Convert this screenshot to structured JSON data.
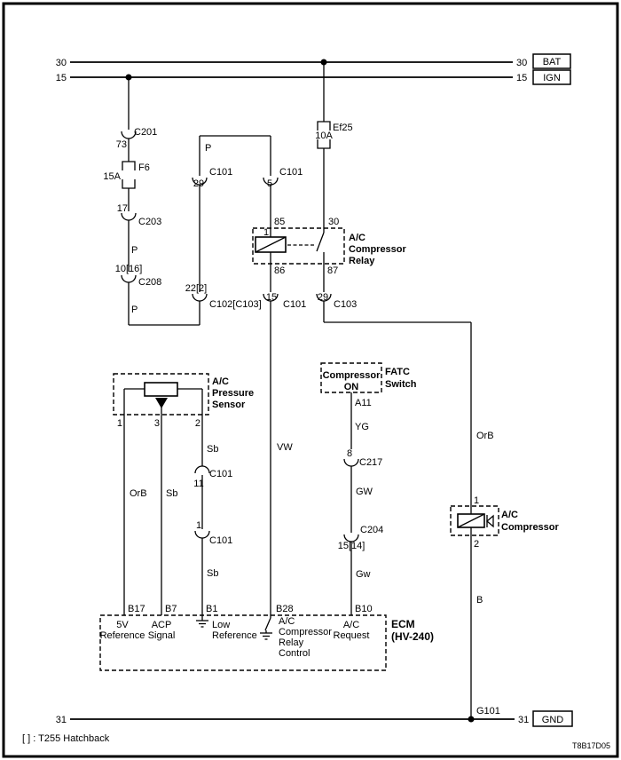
{
  "meta": {
    "footnote": "[ ] : T255 Hatchback",
    "doc_code": "T8B17D05"
  },
  "rails": {
    "bat": {
      "num_left": "30",
      "num_right": "30",
      "tag": "BAT"
    },
    "ign": {
      "num_left": "15",
      "num_right": "15",
      "tag": "IGN"
    },
    "gnd": {
      "num_left": "31",
      "num_right": "31",
      "tag": "GND",
      "ground_point": "G101"
    }
  },
  "fuses": {
    "f6": {
      "name": "F6",
      "rating": "15A"
    },
    "ef25": {
      "name": "Ef25",
      "rating": "10A"
    }
  },
  "connectors": {
    "c201": {
      "pin": "73",
      "name": "C201"
    },
    "c203": {
      "pin": "17",
      "name": "C203"
    },
    "c208": {
      "pin": "10[16]",
      "name": "C208"
    },
    "c101_29": {
      "pin": "29",
      "name": "C101"
    },
    "c101_5": {
      "pin": "5",
      "name": "C101"
    },
    "c102": {
      "pin": "22[2]",
      "name": "C102[C103]"
    },
    "c101_15": {
      "pin": "15",
      "name": "C101"
    },
    "c103_29": {
      "pin": "29",
      "name": "C103"
    },
    "c101_11": {
      "pin": "11",
      "name": "C101"
    },
    "c101_1": {
      "pin": "1",
      "name": "C101"
    },
    "c217": {
      "pin": "8",
      "name": "C217"
    },
    "c204": {
      "pin": "15[14]",
      "name": "C204"
    }
  },
  "wire_labels": {
    "p_c203": "P",
    "p_c208": "P",
    "p_branch": "P",
    "vw": "VW",
    "orb_sensor": "OrB",
    "sb_signal": "Sb",
    "sb_low_upper": "Sb",
    "sb_low_lower": "Sb",
    "yg": "YG",
    "gw_upper": "GW",
    "gw_lower": "Gw",
    "orb_comp": "OrB",
    "b_comp": "B"
  },
  "relay": {
    "title_lines": [
      "A/C",
      "Compressor",
      "Relay"
    ],
    "pin_85": "85",
    "pin_30": "30",
    "pin_86": "86",
    "pin_87": "87",
    "coil_pin": "1"
  },
  "pressure_sensor": {
    "title_lines": [
      "A/C",
      "Pressure",
      "Sensor"
    ],
    "pin_1": "1",
    "pin_3": "3",
    "pin_2": "2"
  },
  "fatc": {
    "button_lines": [
      "Compressor",
      "ON"
    ],
    "title_lines": [
      "FATC",
      "Switch"
    ],
    "pin": "A11"
  },
  "compressor": {
    "title_lines": [
      "A/C",
      "Compressor"
    ],
    "pin_1": "1",
    "pin_2": "2"
  },
  "ecm": {
    "title_lines": [
      "ECM",
      "(HV-240)"
    ],
    "pins": {
      "b17": {
        "id": "B17",
        "fn": [
          "5V",
          "Reference"
        ]
      },
      "b7": {
        "id": "B7",
        "fn": [
          "ACP",
          "Signal"
        ]
      },
      "b1": {
        "id": "B1",
        "fn": [
          "Low",
          "Reference"
        ]
      },
      "b28": {
        "id": "B28",
        "fn": [
          "A/C",
          "Compressor",
          "Relay",
          "Control"
        ]
      },
      "b10": {
        "id": "B10",
        "fn": [
          "A/C",
          "Request"
        ]
      }
    }
  }
}
